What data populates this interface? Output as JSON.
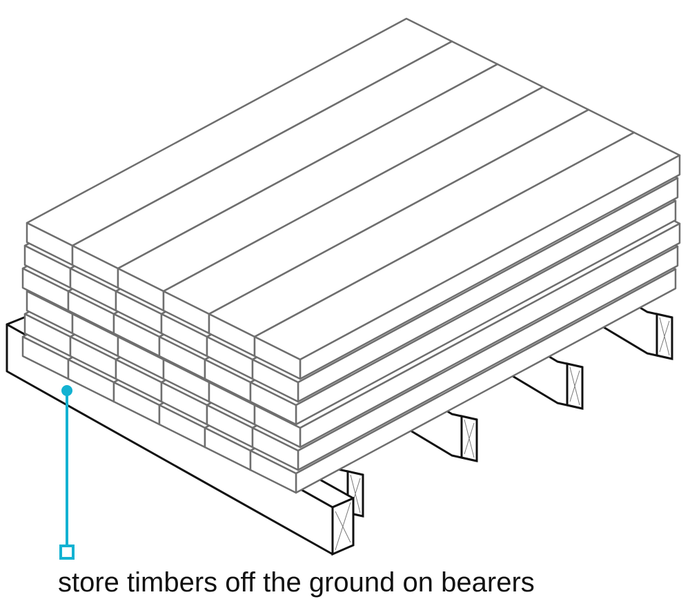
{
  "caption": "store timbers off the ground on bearers",
  "colors": {
    "background": "#ffffff",
    "timber_outline": "#6e6e6e",
    "bearer_outline": "#111111",
    "timber_fill": "#ffffff",
    "callout": "#13b2d2"
  },
  "stack": {
    "rows": 6,
    "columns": 6
  },
  "bearers": {
    "count": 5
  }
}
